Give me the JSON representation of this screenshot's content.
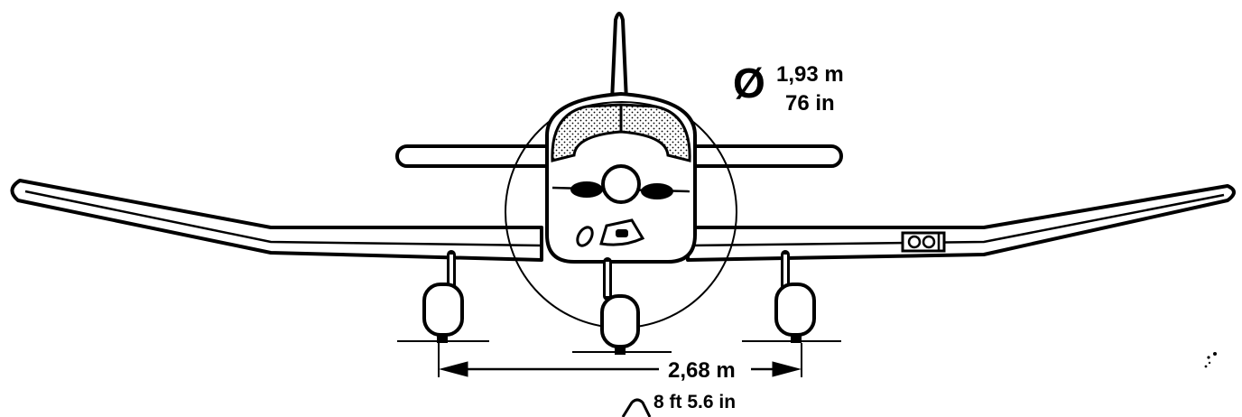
{
  "diagram": {
    "subject": "Low-wing single-engine aircraft, front view",
    "propeller_diameter": {
      "symbol": "Ø",
      "metric": "1,93 m",
      "imperial": "76 in"
    },
    "wheel_track": {
      "metric": "2,68 m",
      "imperial": "8 ft 5.6 in"
    },
    "colors": {
      "ink": "#000000",
      "paper": "#ffffff"
    }
  }
}
